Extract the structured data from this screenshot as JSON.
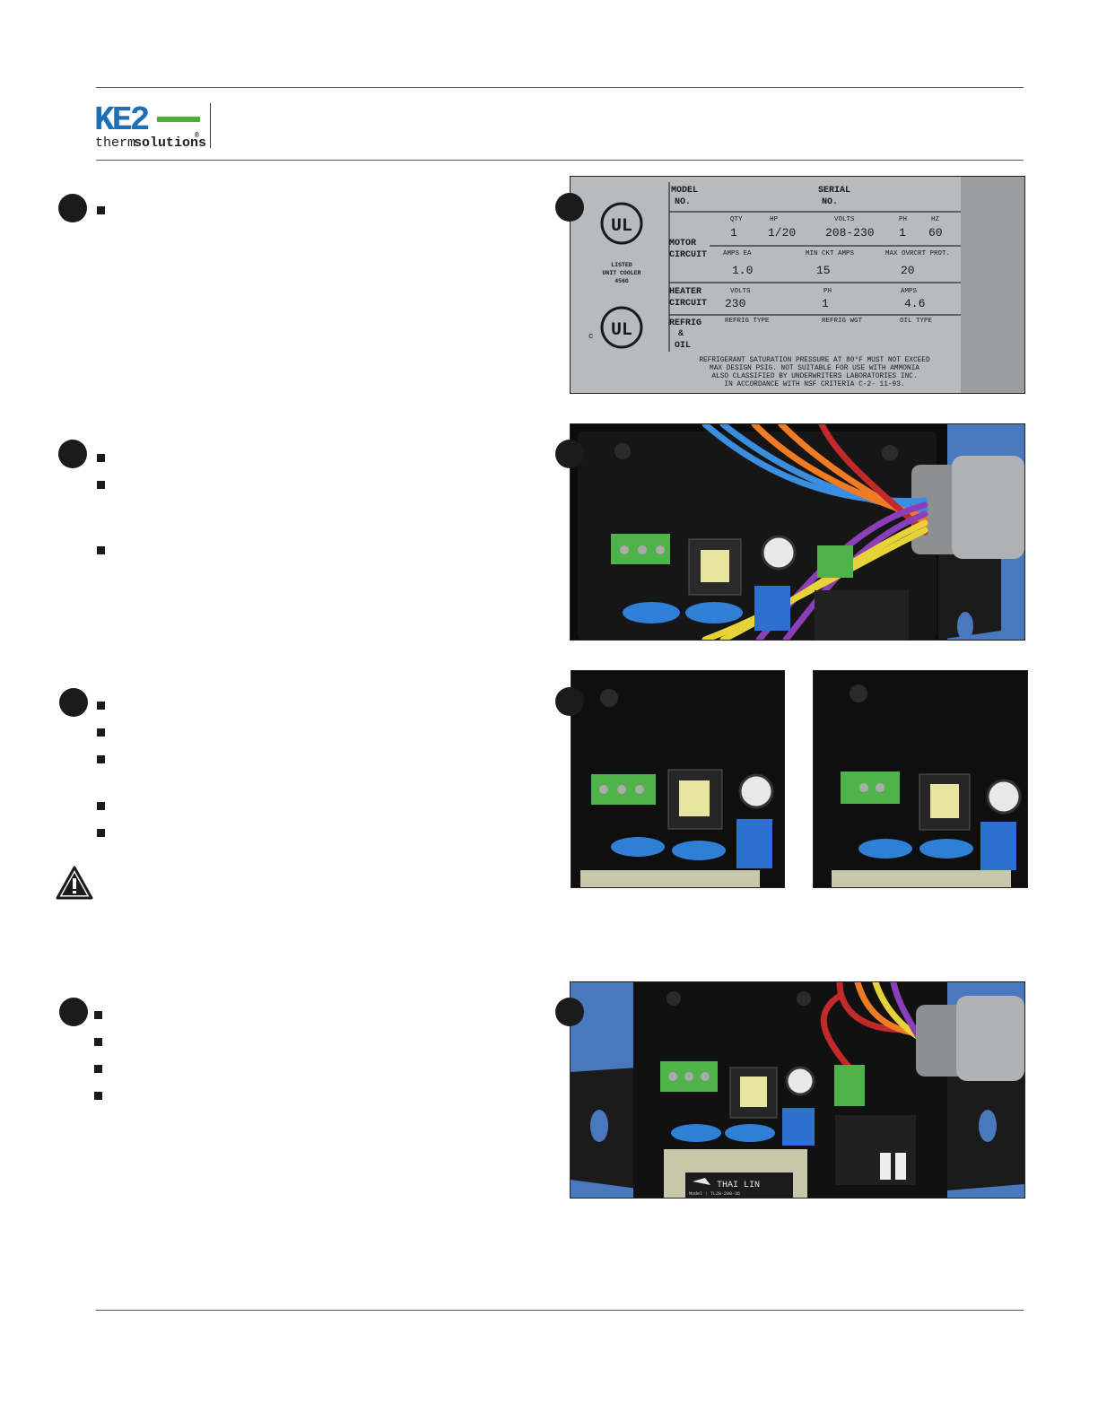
{
  "brand": {
    "logo_text_ke2": "KE2",
    "logo_text_therm": "therm",
    "logo_text_solutions": "solutions",
    "logo_reg": "®",
    "colors": {
      "blue": "#1f6fb5",
      "green": "#4caf3a",
      "dark": "#231f20"
    }
  },
  "nameplate": {
    "model_label": "MODEL\nNO.",
    "serial_label": "SERIAL\nNO.",
    "headers_row1": [
      "QTY",
      "HP",
      "VOLTS",
      "PH",
      "HZ"
    ],
    "motor_label": "MOTOR\nCIRCUIT",
    "motor_values": [
      "1",
      "1/20",
      "208-230",
      "1",
      "60"
    ],
    "headers_row2": [
      "AMPS EA",
      "MIN CKT AMPS",
      "MAX OVRCRT PROT."
    ],
    "values_row2": [
      "1.0",
      "15",
      "20"
    ],
    "heater_label": "HEATER\nCIRCUIT",
    "heater_headers": [
      "VOLTS",
      "PH",
      "AMPS"
    ],
    "heater_values": [
      "230",
      "1",
      "4.6"
    ],
    "refrig_label": "REFRIG\n&\nOIL",
    "refrig_headers": [
      "REFRIG TYPE",
      "REFRIG WGT",
      "OIL TYPE"
    ],
    "ul_listed": [
      "LISTED",
      "UNIT COOLER",
      "456G"
    ],
    "ul_c": "c",
    "ul_text": "UL",
    "footer_lines": [
      "REFRIGERANT SATURATION PRESSURE AT 80°F MUST NOT EXCEED",
      "MAX DESIGN PSIG. NOT SUITABLE FOR USE WITH AMMONIA",
      "ALSO CLASSIFIED BY UNDERWRITERS LABORATORIES INC.",
      "IN ACCORDANCE WITH NSF CRITERIA C-2- 11-93."
    ]
  },
  "transformer_label": {
    "brand": "THAI LIN",
    "model": "Model : TL28-200-36"
  }
}
